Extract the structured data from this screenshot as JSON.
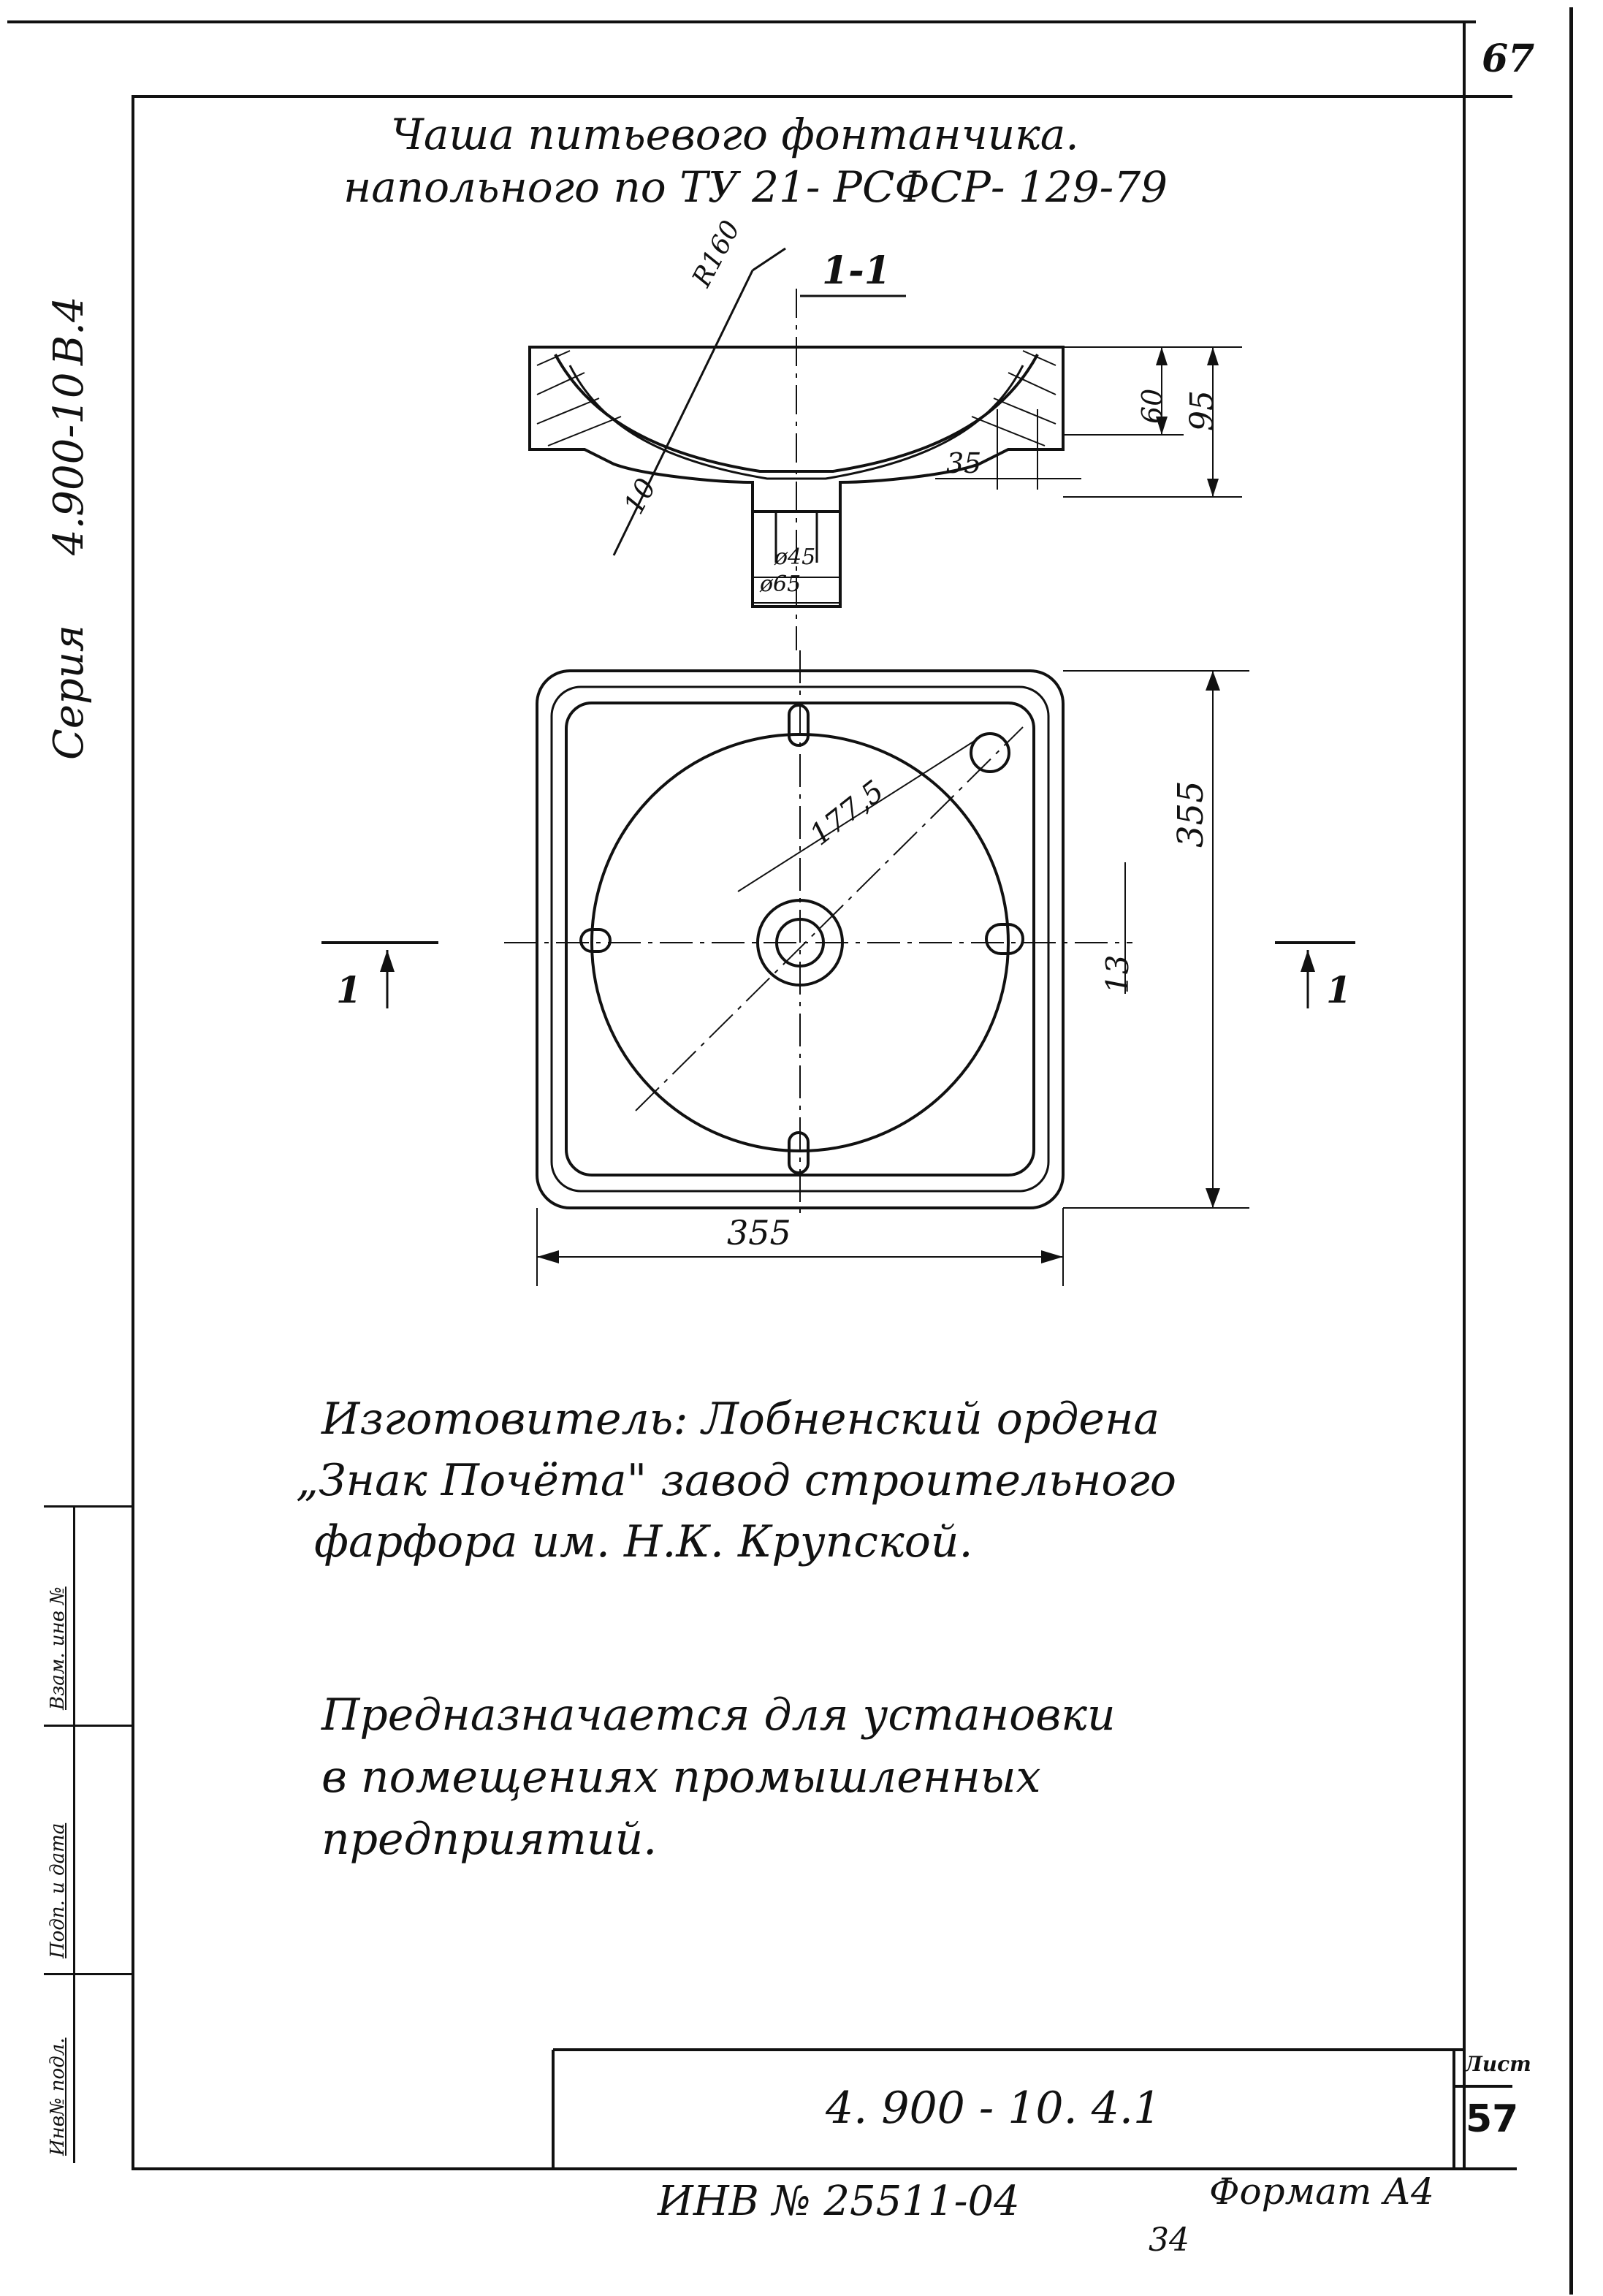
{
  "page_number_top": "67",
  "title": {
    "line1": "Чаша питьевого фонтанчика.",
    "line2": "напольного по ТУ 21- РСФСР- 129-79"
  },
  "side_series": {
    "label": "Серия",
    "code": "4.900-10",
    "issue": "В.4"
  },
  "section_label": "1-1",
  "dimensions": {
    "radius": "R160",
    "wall": "10",
    "depth_inner": "60",
    "depth_outer": "95",
    "offset": "35",
    "drain_inner": "ø45",
    "drain_outer": "ø65",
    "diagonal_radius": "177,5",
    "height": "355",
    "width": "355",
    "hole_offset": "13",
    "cut_left": "1",
    "cut_right": "1"
  },
  "manufacturer": {
    "line1": "Изготовитель: Лобненский ордена",
    "line2": "„Знак Почёта\" завод строительного",
    "line3": "фарфора им. Н.К. Крупской."
  },
  "purpose": {
    "line1": "Предназначается для установки",
    "line2": "в помещениях промышленных",
    "line3": "предприятий."
  },
  "left_stamp": {
    "cell1": "Инв№ подл.",
    "cell2": "Подп. и дата",
    "cell3": "Взам. инв №"
  },
  "title_block": {
    "code": "4. 900 - 10. 4.1",
    "sheet_label": "Лист",
    "sheet_number": "57"
  },
  "footer": {
    "inv": "ИНВ № 25511-04",
    "sub": "34",
    "format": "Формат А4"
  }
}
